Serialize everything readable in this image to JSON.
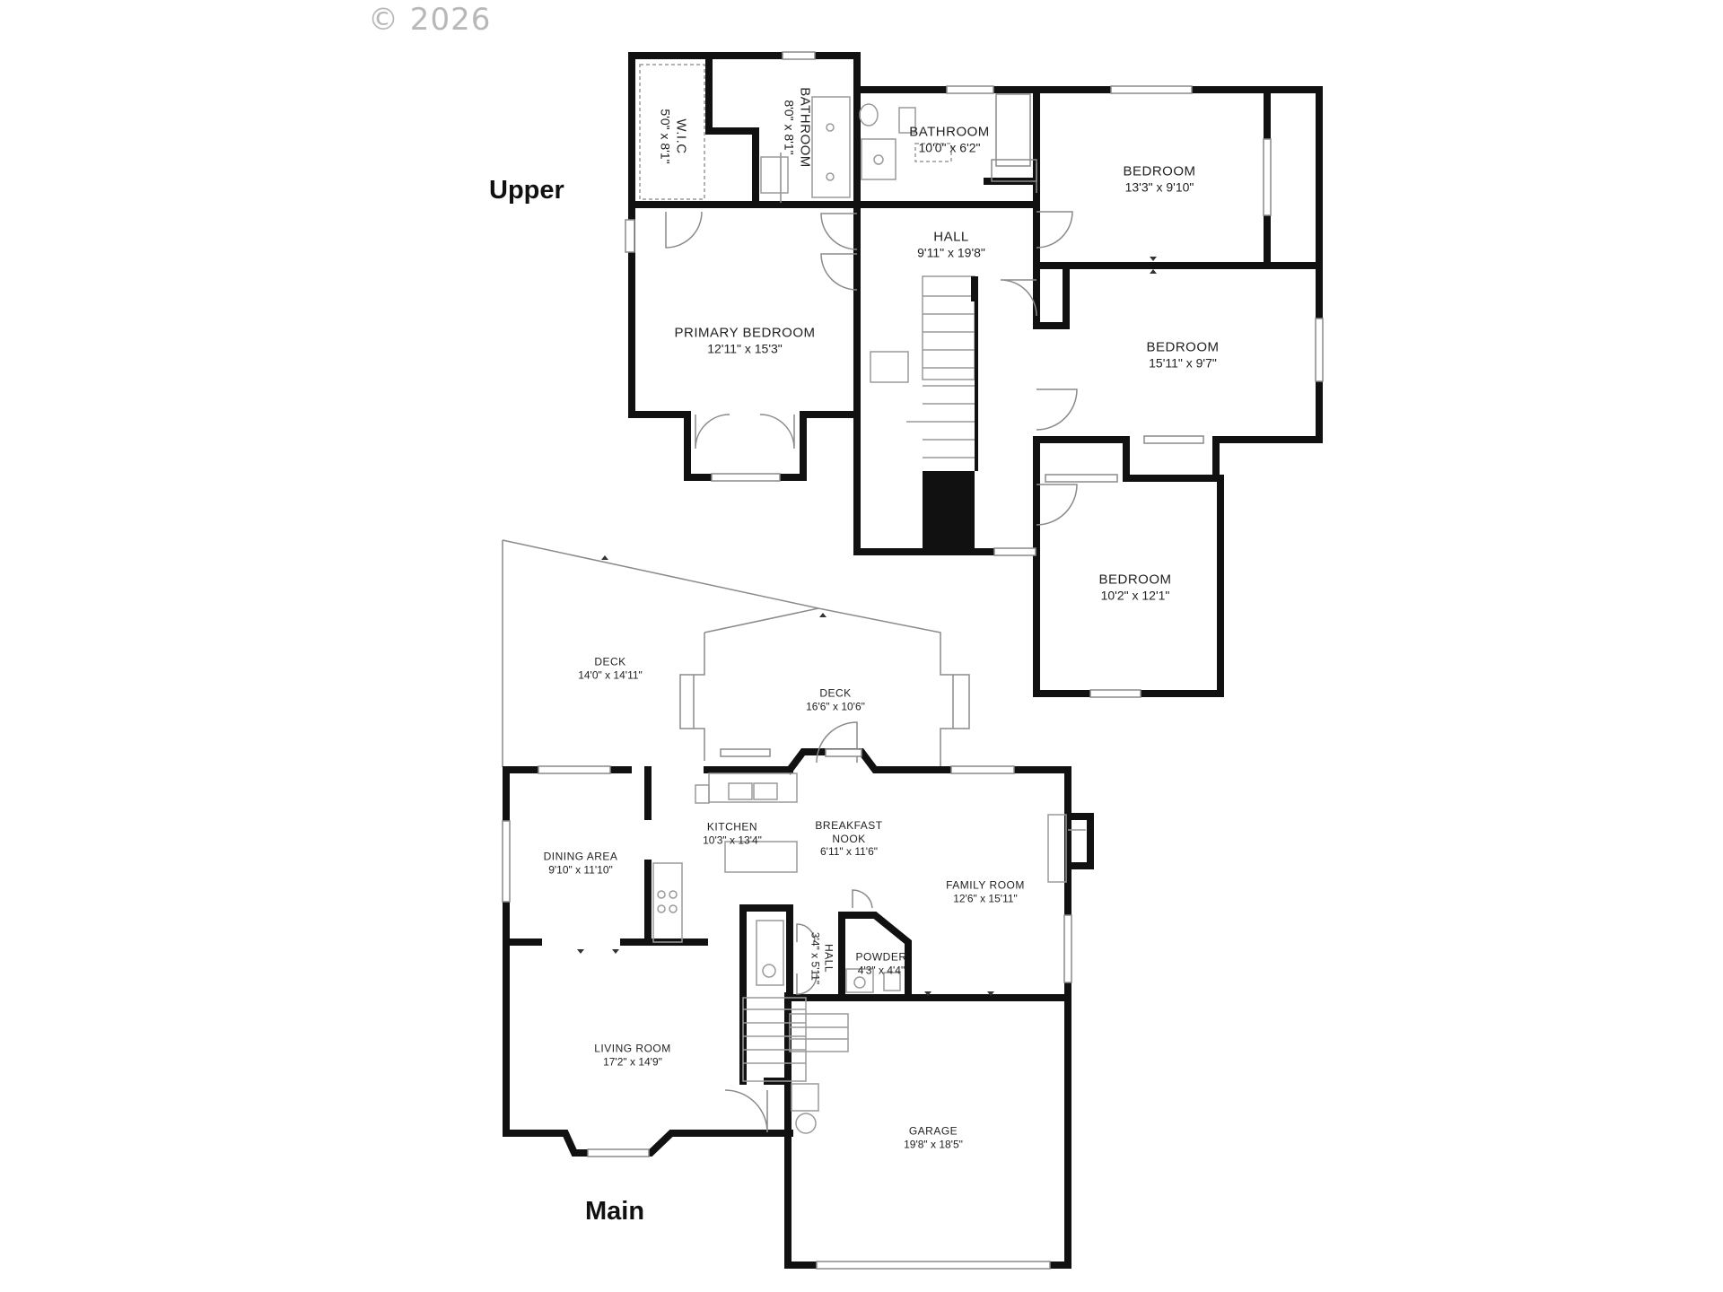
{
  "copyright": "© 2026",
  "floors": {
    "upper": "Upper",
    "main": "Main"
  },
  "rooms": {
    "wic": {
      "name": "W.I.C",
      "dims": "5'0\" x 8'1\""
    },
    "bath_primary": {
      "name": "BATHROOM",
      "dims": "8'0\" x 8'1\""
    },
    "bath_hall": {
      "name": "BATHROOM",
      "dims": "10'0\" x 6'2\""
    },
    "bedroom_ne": {
      "name": "BEDROOM",
      "dims": "13'3\" x 9'10\""
    },
    "hall_upper": {
      "name": "HALL",
      "dims": "9'11\" x 19'8\""
    },
    "primary_bedroom": {
      "name": "PRIMARY BEDROOM",
      "dims": "12'11\" x 15'3\""
    },
    "bedroom_e": {
      "name": "BEDROOM",
      "dims": "15'11\" x 9'7\""
    },
    "bedroom_se": {
      "name": "BEDROOM",
      "dims": "10'2\" x 12'1\""
    },
    "deck_w": {
      "name": "DECK",
      "dims": "14'0\" x 14'11\""
    },
    "deck_c": {
      "name": "DECK",
      "dims": "16'6\" x 10'6\""
    },
    "kitchen": {
      "name": "KITCHEN",
      "dims": "10'3\" x 13'4\""
    },
    "breakfast_nook": {
      "name": "BREAKFAST NOOK",
      "name_l1": "BREAKFAST",
      "name_l2": "NOOK",
      "dims": "6'11\" x 11'6\""
    },
    "dining_area": {
      "name": "DINING AREA",
      "dims": "9'10\" x 11'10\""
    },
    "family_room": {
      "name": "FAMILY ROOM",
      "dims": "12'6\" x 15'11\""
    },
    "hall_main": {
      "name": "HALL",
      "dims": "3'4\" x 5'11\""
    },
    "powder": {
      "name": "POWDER",
      "dims": "4'3\" x 4'4\""
    },
    "living_room": {
      "name": "LIVING ROOM",
      "dims": "17'2\" x 14'9\""
    },
    "garage": {
      "name": "GARAGE",
      "dims": "19'8\" x 18'5\""
    }
  },
  "colors": {
    "wall": "#111111",
    "thin_line": "#8a8a8a",
    "fixture": "#9a9a9a",
    "watermark": "#b8b8b8"
  }
}
